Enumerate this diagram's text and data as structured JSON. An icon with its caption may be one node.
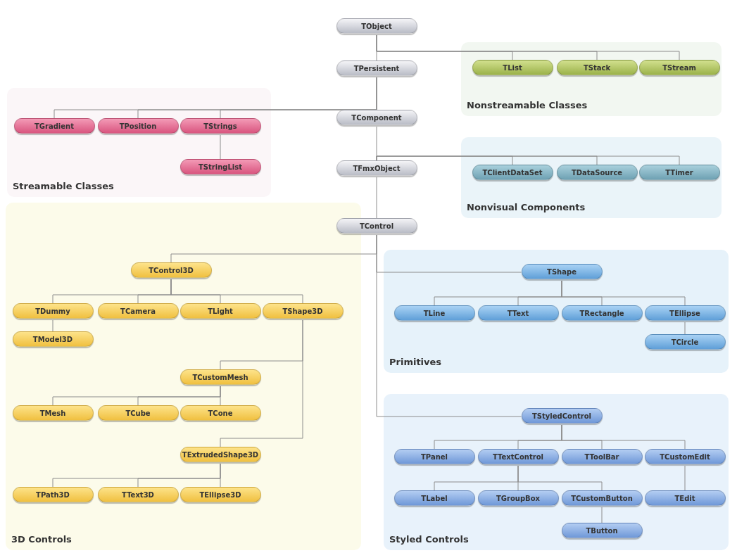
{
  "diagram": {
    "nodes": [
      {
        "text": [
          "TObject"
        ]
      },
      {
        "text": [
          "TPersistent"
        ]
      },
      {
        "text": [
          "TComponent"
        ]
      },
      {
        "text": [
          "TFmxObject"
        ]
      },
      {
        "text": [
          "TControl"
        ]
      },
      {
        "text": [
          "Nonstreamable Classes"
        ]
      },
      {
        "text": [
          "TList"
        ],
        "in": 5
      },
      {
        "text": [
          "TStack"
        ],
        "in": 5
      },
      {
        "text": [
          "TStream"
        ],
        "in": 5
      },
      {
        "text": [
          "Streamable Classes"
        ]
      },
      {
        "text": [
          "TGradient"
        ],
        "in": 9
      },
      {
        "text": [
          "TPosition"
        ],
        "in": 9
      },
      {
        "text": [
          "TStrings"
        ],
        "in": 9
      },
      {
        "text": [
          "TStringList"
        ],
        "in": 9
      },
      {
        "text": [
          "Nonvisual Components"
        ]
      },
      {
        "text": [
          "TClientDataSet"
        ],
        "in": 14
      },
      {
        "text": [
          "TDataSource"
        ],
        "in": 14
      },
      {
        "text": [
          "TTimer"
        ],
        "in": 14
      },
      {
        "text": [
          "3D Controls"
        ]
      },
      {
        "text": [
          "TControl3D"
        ],
        "in": 18
      },
      {
        "text": [
          "TDummy"
        ],
        "in": 18
      },
      {
        "text": [
          "TCamera"
        ],
        "in": 18
      },
      {
        "text": [
          "TLight"
        ],
        "in": 18
      },
      {
        "text": [
          "TShape3D"
        ],
        "in": 18
      },
      {
        "text": [
          "TModel3D"
        ],
        "in": 18
      },
      {
        "text": [
          "TCustomMesh"
        ],
        "in": 18
      },
      {
        "text": [
          "TMesh"
        ],
        "in": 18
      },
      {
        "text": [
          "TCube"
        ],
        "in": 18
      },
      {
        "text": [
          "TCone"
        ],
        "in": 18
      },
      {
        "text": [
          "TExtrudedShape3D"
        ],
        "in": 18
      },
      {
        "text": [
          "TPath3D"
        ],
        "in": 18
      },
      {
        "text": [
          "TText3D"
        ],
        "in": 18
      },
      {
        "text": [
          "TEllipse3D"
        ],
        "in": 18
      },
      {
        "text": [
          "Primitives"
        ]
      },
      {
        "text": [
          "TShape"
        ],
        "in": 33
      },
      {
        "text": [
          "TLine"
        ],
        "in": 33
      },
      {
        "text": [
          "TText"
        ],
        "in": 33
      },
      {
        "text": [
          "TRectangle"
        ],
        "in": 33
      },
      {
        "text": [
          "TEllipse"
        ],
        "in": 33
      },
      {
        "text": [
          "TCircle"
        ],
        "in": 33
      },
      {
        "text": [
          "Styled Controls"
        ]
      },
      {
        "text": [
          "TStyledControl"
        ],
        "in": 40
      },
      {
        "text": [
          "TPanel"
        ],
        "in": 40
      },
      {
        "text": [
          "TTextControl"
        ],
        "in": 40
      },
      {
        "text": [
          "TToolBar"
        ],
        "in": 40
      },
      {
        "text": [
          "TCustomEdit"
        ],
        "in": 40
      },
      {
        "text": [
          "TLabel"
        ],
        "in": 40
      },
      {
        "text": [
          "TGroupBox"
        ],
        "in": 40
      },
      {
        "text": [
          "TCustomButton"
        ],
        "in": 40
      },
      {
        "text": [
          "TEdit"
        ],
        "in": 40
      },
      {
        "text": [
          "TButton"
        ],
        "in": 40
      }
    ],
    "edges": [
      {
        "from": 0,
        "to": 1,
        "arrow": "none"
      },
      {
        "from": 0,
        "to": 6,
        "arrow": "none"
      },
      {
        "from": 0,
        "to": 7,
        "arrow": "none"
      },
      {
        "from": 0,
        "to": 8,
        "arrow": "none"
      },
      {
        "from": 1,
        "to": 2,
        "arrow": "none"
      },
      {
        "from": 1,
        "to": 10,
        "arrow": "none"
      },
      {
        "from": 1,
        "to": 11,
        "arrow": "none"
      },
      {
        "from": 1,
        "to": 12,
        "arrow": "none"
      },
      {
        "from": 12,
        "to": 13,
        "arrow": "none"
      },
      {
        "from": 2,
        "to": 3,
        "arrow": "none"
      },
      {
        "from": 3,
        "to": 15,
        "arrow": "none"
      },
      {
        "from": 3,
        "to": 16,
        "arrow": "none"
      },
      {
        "from": 3,
        "to": 17,
        "arrow": "none"
      },
      {
        "from": 3,
        "to": 4,
        "arrow": "none"
      },
      {
        "from": 4,
        "to": 19,
        "arrow": "none"
      },
      {
        "from": 4,
        "to": 34,
        "arrow": "none"
      },
      {
        "from": 4,
        "to": 41,
        "arrow": "none"
      },
      {
        "from": 19,
        "to": 20,
        "arrow": "none"
      },
      {
        "from": 19,
        "to": 21,
        "arrow": "none"
      },
      {
        "from": 19,
        "to": 22,
        "arrow": "none"
      },
      {
        "from": 19,
        "to": 23,
        "arrow": "none"
      },
      {
        "from": 20,
        "to": 24,
        "arrow": "none"
      },
      {
        "from": 23,
        "to": 25,
        "arrow": "none"
      },
      {
        "from": 23,
        "to": 29,
        "arrow": "none"
      },
      {
        "from": 25,
        "to": 26,
        "arrow": "none"
      },
      {
        "from": 25,
        "to": 27,
        "arrow": "none"
      },
      {
        "from": 25,
        "to": 28,
        "arrow": "none"
      },
      {
        "from": 29,
        "to": 30,
        "arrow": "none"
      },
      {
        "from": 29,
        "to": 31,
        "arrow": "none"
      },
      {
        "from": 29,
        "to": 32,
        "arrow": "none"
      },
      {
        "from": 34,
        "to": 35,
        "arrow": "none"
      },
      {
        "from": 34,
        "to": 36,
        "arrow": "none"
      },
      {
        "from": 34,
        "to": 37,
        "arrow": "none"
      },
      {
        "from": 34,
        "to": 38,
        "arrow": "none"
      },
      {
        "from": 38,
        "to": 39,
        "arrow": "none"
      },
      {
        "from": 41,
        "to": 42,
        "arrow": "none"
      },
      {
        "from": 41,
        "to": 43,
        "arrow": "none"
      },
      {
        "from": 41,
        "to": 44,
        "arrow": "none"
      },
      {
        "from": 41,
        "to": 45,
        "arrow": "none"
      },
      {
        "from": 43,
        "to": 46,
        "arrow": "none"
      },
      {
        "from": 43,
        "to": 47,
        "arrow": "none"
      },
      {
        "from": 43,
        "to": 48,
        "arrow": "none"
      },
      {
        "from": 45,
        "to": 49,
        "arrow": "none"
      },
      {
        "from": 48,
        "to": 50,
        "arrow": "none"
      }
    ]
  }
}
